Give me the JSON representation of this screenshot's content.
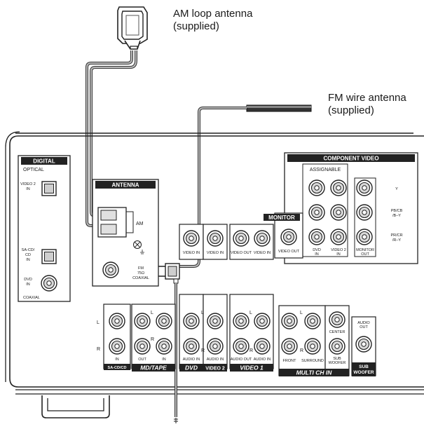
{
  "callouts": {
    "am_line1": "AM loop antenna",
    "am_line2": "(supplied)",
    "fm_line1": "FM wire antenna",
    "fm_line2": "(supplied)"
  },
  "panel": {
    "digital": {
      "header": "DIGITAL",
      "optical": "OPTICAL",
      "video2_in_1": "VIDEO 2",
      "video2_in_2": "IN",
      "sacd_1": "SA-CD/",
      "sacd_2": "CD",
      "sacd_3": "IN",
      "dvd_in_1": "DVD",
      "dvd_in_2": "IN",
      "coaxial": "COAXIAL"
    },
    "antenna": {
      "header": "ANTENNA",
      "am": "AM",
      "fm_1": "FM",
      "fm_2": "75Ω",
      "fm_3": "COAXIAL"
    },
    "component_video": {
      "header": "COMPONENT VIDEO",
      "assignable": "ASSIGNABLE",
      "y": "Y",
      "pb_1": "PB/CB",
      "pb_2": "/B–Y",
      "pr_1": "PR/CR",
      "pr_2": "/R–Y",
      "dvd_in_1": "DVD",
      "dvd_in_2": "IN",
      "video2_in_1": "VIDEO 2",
      "video2_in_2": "IN",
      "monitor_out_1": "MONITOR",
      "monitor_out_2": "OUT"
    },
    "monitor": {
      "header": "MONITOR",
      "video_out": "VIDEO OUT"
    },
    "upper_video": {
      "dvd_video_in": "VIDEO IN",
      "video2_video_in": "VIDEO IN",
      "video1_video_out": "VIDEO OUT",
      "video1_video_in": "VIDEO IN"
    },
    "audio": {
      "l": "L",
      "r": "R",
      "sacd_in": "IN",
      "md_out": "OUT",
      "md_in": "IN",
      "dvd_audio_in": "AUDIO IN",
      "video2_audio_in": "AUDIO IN",
      "video1_audio_out": "AUDIO OUT",
      "video1_audio_in": "AUDIO IN",
      "front": "FRONT",
      "surround": "SURROUND",
      "center": "CENTER",
      "subwoofer_1": "SUB",
      "subwoofer_2": "WOOFER",
      "audio_out_1": "AUDIO",
      "audio_out_2": "OUT"
    },
    "section_labels": {
      "sacd": "SA-CD/CD",
      "md_tape": "MD/TAPE",
      "dvd": "DVD",
      "video2": "VIDEO 2",
      "video1": "VIDEO 1",
      "multi_ch_in": "MULTI CH IN",
      "sub_woofer_1": "SUB",
      "sub_woofer_2": "WOOFER"
    }
  }
}
